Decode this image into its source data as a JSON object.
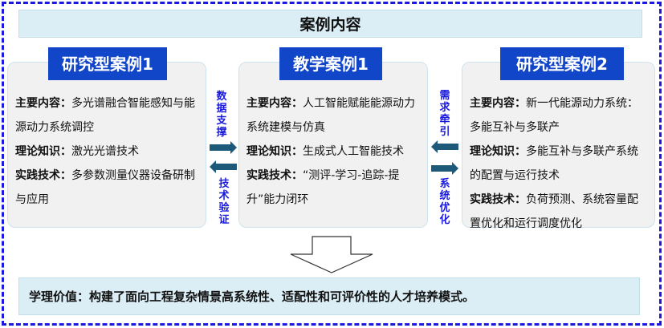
{
  "header": {
    "title": "案例内容"
  },
  "cases": [
    {
      "title": "研究型案例1",
      "items": [
        {
          "label": "主要内容：",
          "text": "多光谱融合智能感知与能源动力系统调控"
        },
        {
          "label": "理论知识：",
          "text": "激光光谱技术"
        },
        {
          "label": "实践技术：",
          "text": "多参数测量仪器设备研制与应用"
        }
      ]
    },
    {
      "title": "教学案例1",
      "items": [
        {
          "label": "主要内容：",
          "text": "人工智能赋能能源动力系统建模与仿真"
        },
        {
          "label": "理论知识：",
          "text": "生成式人工智能技术"
        },
        {
          "label": "实践技术：",
          "text": "“测评-学习-追踪-提升”能力闭环"
        }
      ]
    },
    {
      "title": "研究型案例2",
      "items": [
        {
          "label": "主要内容：",
          "text": "新一代能源动力系统：多能互补与多联产"
        },
        {
          "label": "理论知识：",
          "text": "多能互补与多联产系统的配置与运行技术"
        },
        {
          "label": "实践技术：",
          "text": "负荷预测、系统容量配置优化和运行调度优化"
        }
      ]
    }
  ],
  "links": {
    "left_top": "数据支撑",
    "left_bottom": "技术验证",
    "right_top": "需求牵引",
    "right_bottom": "系统优化"
  },
  "bottom": {
    "text": "学理价值：构建了面向工程复杂情景高系统性、适配性和可评价性的人才培养模式。"
  },
  "colors": {
    "accent": "#1246c8",
    "border": "#1a1adf",
    "arrow": "#1d5a7a",
    "panel": "#dbeef5"
  }
}
